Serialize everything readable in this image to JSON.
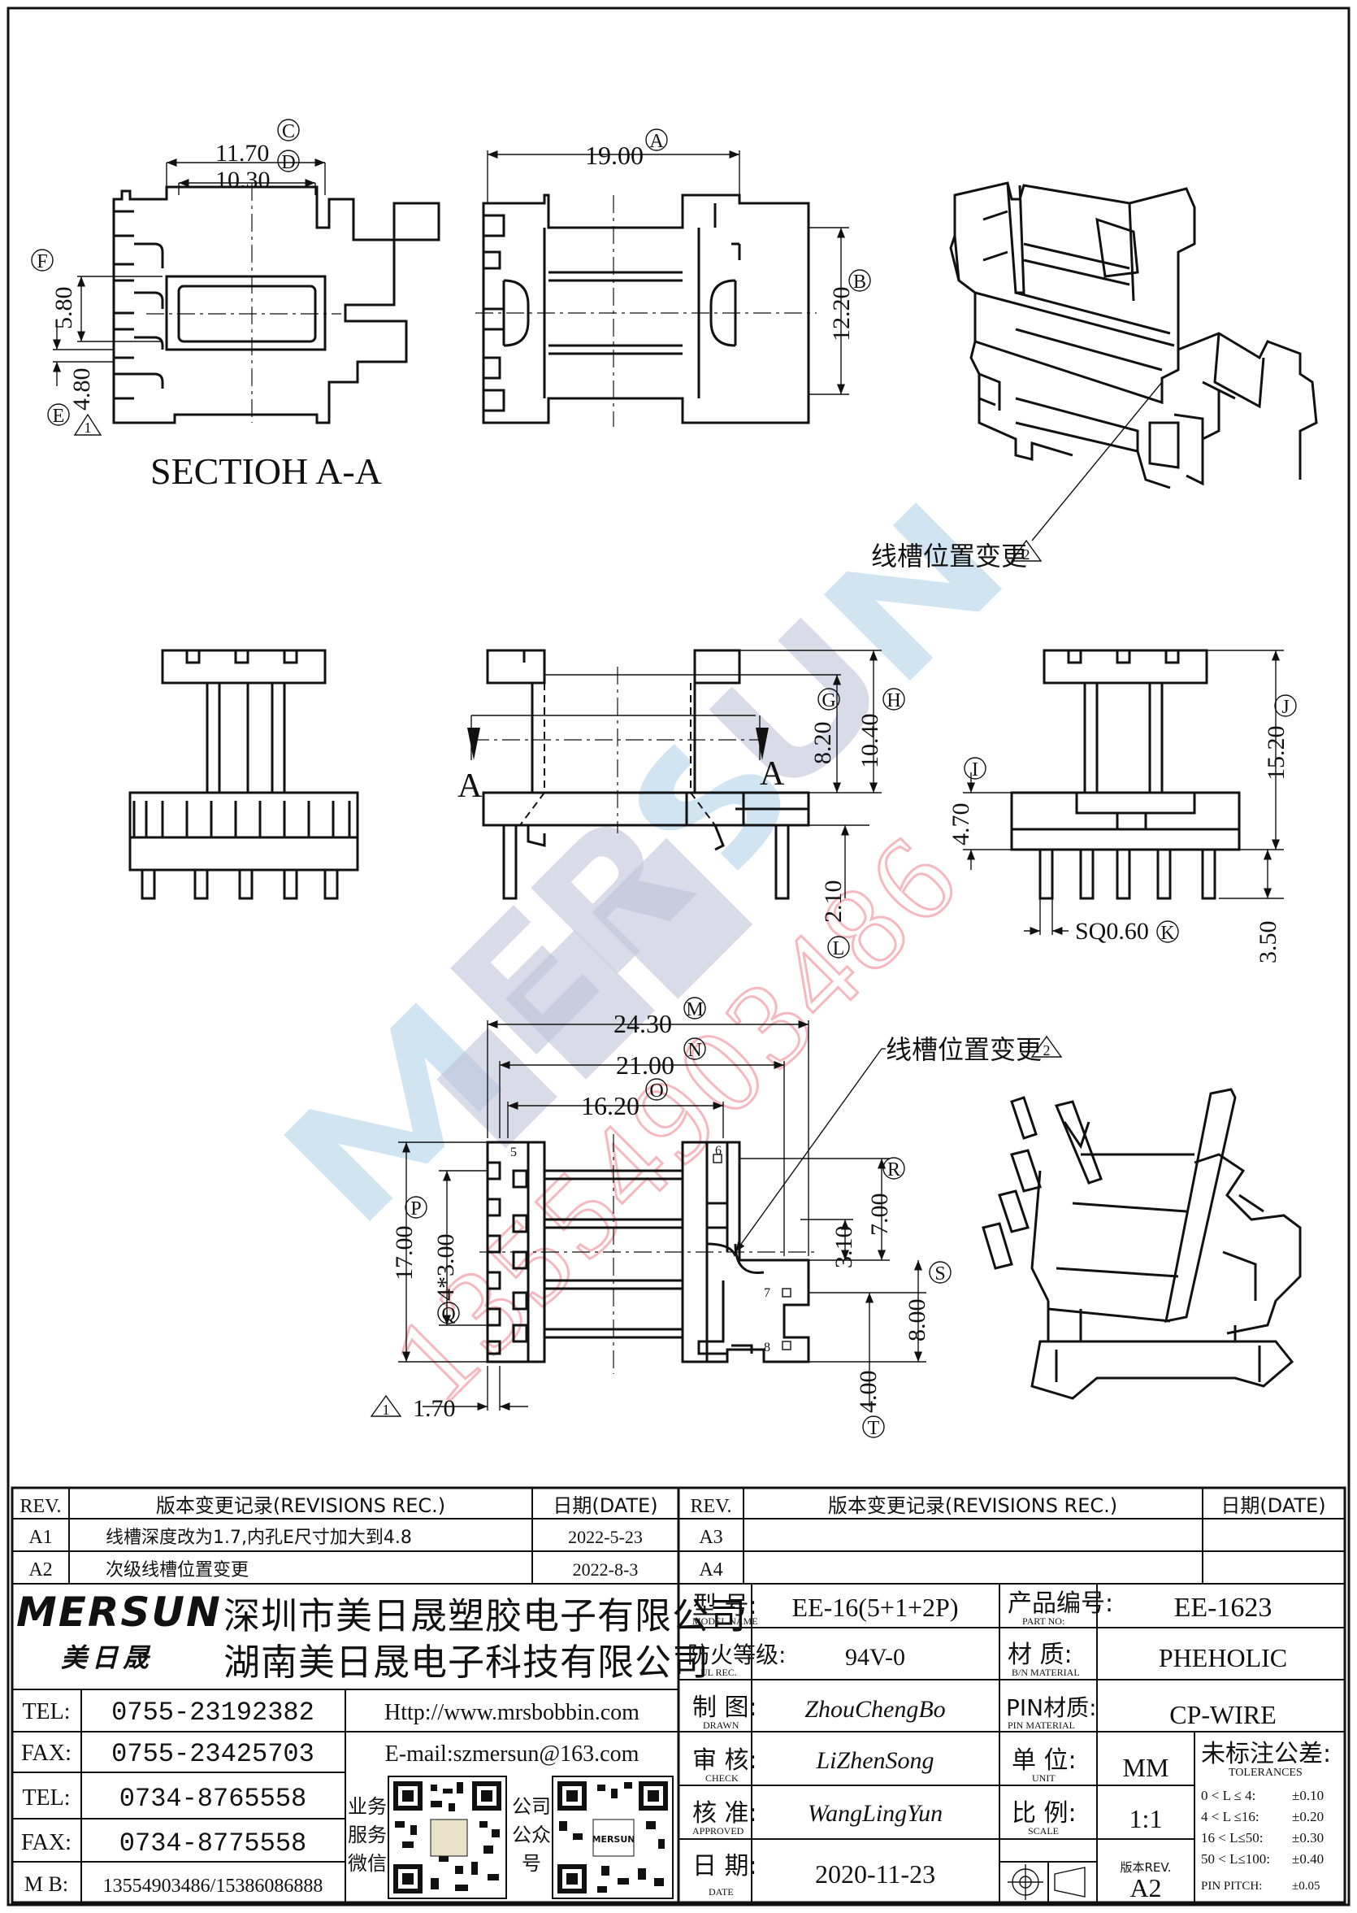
{
  "drawing": {
    "section_title": "SECTIOH A-A",
    "note_slot_change": "线槽位置变更",
    "section_mark": "A",
    "watermark_phone": "13554903486",
    "views": {
      "section": {
        "dims": {
          "w1": "11.70",
          "w2": "10.30",
          "h1": "5.80",
          "h2": "4.80"
        },
        "bubbles": {
          "b1": "C",
          "b2": "D",
          "b3": "F",
          "b4": "E",
          "tri": "1"
        }
      },
      "top": {
        "dims": {
          "w": "19.00",
          "h": "12.20"
        },
        "bubbles": {
          "b1": "A",
          "b2": "B",
          "tri": "2"
        }
      },
      "front": {
        "dims": {
          "h1": "8.20",
          "h2": "10.40",
          "h3": "2.10"
        },
        "bubbles": {
          "b1": "G",
          "b2": "H",
          "b3": "L"
        }
      },
      "side": {
        "dims": {
          "h1": "15.20",
          "h2": "4.70",
          "h3": "3.50",
          "pin": "SQ0.60"
        },
        "bubbles": {
          "b1": "J",
          "b2": "I",
          "b3": "K"
        }
      },
      "bottom": {
        "dims": {
          "w1": "24.30",
          "w2": "21.00",
          "w3": "16.20",
          "h1": "17.00",
          "pitch": "4*3.00",
          "h2": "7.00",
          "h3": "3.10",
          "h4": "8.00",
          "h5": "4.00",
          "foot": "1.70"
        },
        "bubbles": {
          "b1": "M",
          "b2": "N",
          "b3": "O",
          "b4": "P",
          "b5": "Q",
          "b6": "R",
          "b7": "S",
          "b8": "T",
          "tri": "1",
          "tri2": "2"
        },
        "pins": {
          "p5": "5",
          "p6": "6",
          "p7": "7",
          "p8": "8"
        }
      }
    }
  },
  "revisions_left": {
    "header": {
      "rev": "REV.",
      "record": "版本变更记录(REVISIONS REC.)",
      "date": "日期(DATE)"
    },
    "rows": [
      {
        "rev": "A1",
        "record": "线槽深度改为1.7,内孔E尺寸加大到4.8",
        "date": "2022-5-23"
      },
      {
        "rev": "A2",
        "record": "次级线槽位置变更",
        "date": "2022-8-3"
      }
    ]
  },
  "revisions_right": {
    "header": {
      "rev": "REV.",
      "record": "版本变更记录(REVISIONS REC.)",
      "date": "日期(DATE)"
    },
    "rows": [
      {
        "rev": "A3",
        "record": "",
        "date": ""
      },
      {
        "rev": "A4",
        "record": "",
        "date": ""
      }
    ]
  },
  "company": {
    "logo_text": "MERSUN",
    "logo_cn": "美日晟",
    "name1": "深圳市美日晟塑胶电子有限公司",
    "name2": "湖南美日晟电子科技有限公司",
    "contacts": [
      {
        "label": "TEL:",
        "value": "0755-23192382"
      },
      {
        "label": "FAX:",
        "value": "0755-23425703"
      },
      {
        "label": "TEL:",
        "value": "0734-8765558"
      },
      {
        "label": "FAX:",
        "value": "0734-8775558"
      },
      {
        "label": "M B:",
        "value": "13554903486/15386086888"
      }
    ],
    "web": "Http://www.mrsbobbin.com",
    "email": "E-mail:szmersun@163.com",
    "qr1_label": [
      "业务",
      "服务",
      "微信"
    ],
    "qr2_label": [
      "公司",
      "公众",
      "号"
    ],
    "qr2_logo": "MERSUN"
  },
  "title_block": {
    "model_label": "型  号:",
    "model_label_en": "MODEL NAME",
    "model": "EE-16(5+1+2P)",
    "part_label": "产品编号:",
    "part_label_en": "PART NO:",
    "part": "EE-1623",
    "ul_label": "防火等级:",
    "ul_label_en": "UL REC.",
    "ul": "94V-0",
    "material_label": "材  质:",
    "material_label_en": "B/N MATERIAL",
    "material": "PHEHOLIC",
    "drawn_label": "制  图:",
    "drawn_label_en": "DRAWN",
    "drawn": "ZhouChengBo",
    "pin_label": "PIN材质:",
    "pin_label_en": "PIN MATERIAL",
    "pin": "CP-WIRE",
    "check_label": "审  核:",
    "check_label_en": "CHECK",
    "check": "LiZhenSong",
    "unit_label": "单  位:",
    "unit_label_en": "UNIT",
    "unit": "MM",
    "tol_label": "未标注公差:",
    "tol_label_en": "TOLERANCES",
    "tolerances": [
      {
        "range": "0 < L ≤  4:",
        "value": "±0.10"
      },
      {
        "range": "4 < L ≤16:",
        "value": "±0.20"
      },
      {
        "range": "16 < L≤50:",
        "value": "±0.30"
      },
      {
        "range": "50 < L≤100:",
        "value": "±0.40"
      },
      {
        "range": "PIN PITCH:",
        "value": "±0.05"
      }
    ],
    "approved_label": "核  准:",
    "approved_label_en": "APPROVED",
    "approved": "WangLingYun",
    "scale_label": "比  例:",
    "scale_label_en": "SCALE",
    "scale": "1:1",
    "date_label": "日  期:",
    "date_label_en": "DATE",
    "date": "2020-11-23",
    "rev_label": "版本REV.",
    "rev": "A2"
  }
}
